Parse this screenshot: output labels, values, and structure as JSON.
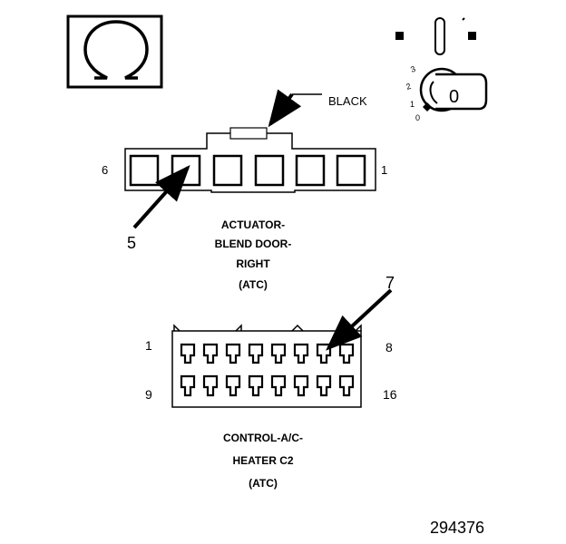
{
  "ohm_symbol": "Ω",
  "ignition": {
    "positions": [
      "3",
      "2",
      "1",
      "0"
    ],
    "key_label": "0"
  },
  "actuator": {
    "wire_color_label": "BLACK",
    "pin_left": "6",
    "pin_right": "1",
    "callout": "5",
    "title_lines": [
      "ACTUATOR-",
      "BLEND DOOR-",
      "RIGHT",
      "(ATC)"
    ]
  },
  "control": {
    "pin_top_left": "1",
    "pin_top_right": "8",
    "pin_bottom_left": "9",
    "pin_bottom_right": "16",
    "callout": "7",
    "title_lines": [
      "CONTROL-A/C-",
      "HEATER C2",
      "(ATC)"
    ]
  },
  "figure_number": "294376"
}
